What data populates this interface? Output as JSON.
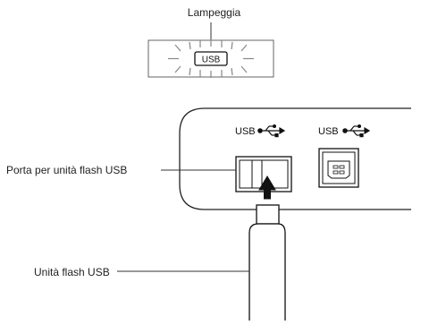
{
  "labels": {
    "blink": "Lampeggia",
    "port": "Porta per unità flash USB",
    "drive": "Unità flash USB"
  },
  "display": {
    "indicator_text": "USB"
  },
  "ports": [
    {
      "label": "USB"
    },
    {
      "label": "USB"
    }
  ],
  "icons": [
    "usb-icon",
    "usb-icon"
  ]
}
